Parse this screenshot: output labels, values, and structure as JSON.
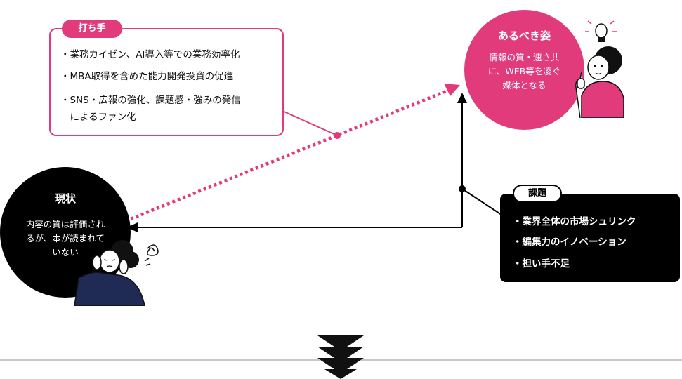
{
  "tactics": {
    "tag": "打ち手",
    "items": [
      "・業務カイゼン、AI導入等での業務効率化",
      "・MBA取得を含めた能力開発投資の促進",
      "・SNS・広報の強化、課題感・強みの発信",
      "　によるファン化"
    ]
  },
  "ideal": {
    "title": "あるべき姿",
    "lines": [
      "情報の質・速さ共",
      "に、WEB等を凌ぐ",
      "媒体となる"
    ]
  },
  "current": {
    "title": "現状",
    "lines": [
      "内容の質は評価され",
      "るが、本が読まれて",
      "いない"
    ]
  },
  "issues": {
    "tag": "課題",
    "items": [
      "・業界全体の市場シュリンク",
      "・編集力のイノベーション",
      "・担い手不足"
    ]
  },
  "colors": {
    "accent": "#e23b7c",
    "dark": "#000000",
    "divider": "#c8c8c8"
  }
}
